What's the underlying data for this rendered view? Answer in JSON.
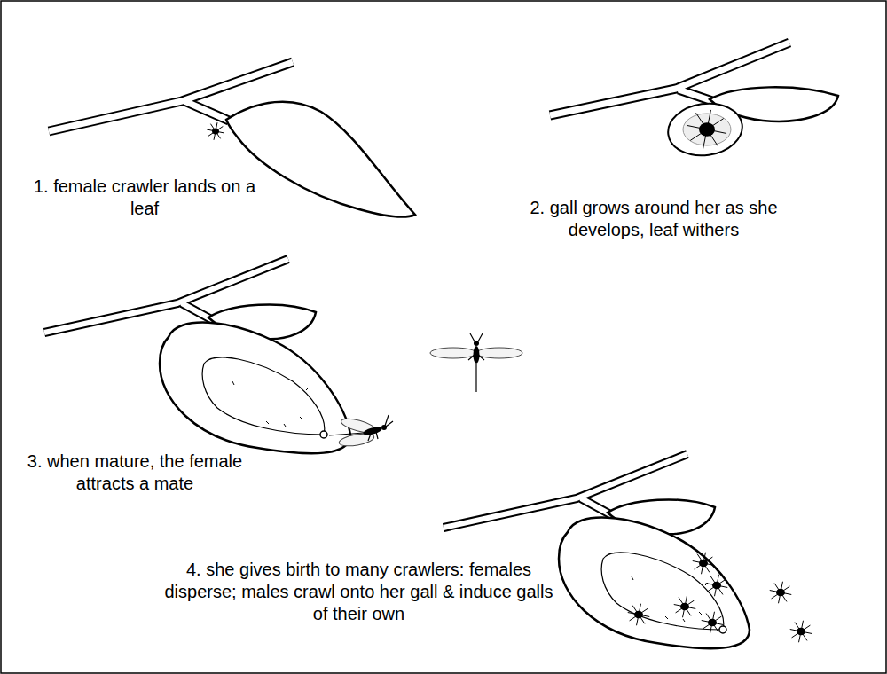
{
  "diagram": {
    "labels": [
      "1. female crawler lands on a leaf",
      "2. gall grows around her as she develops, leaf withers",
      "3. when mature, the female attracts a mate",
      "4. she gives birth to many crawlers: females disperse; males crawl onto her gall & induce galls of their own"
    ]
  }
}
